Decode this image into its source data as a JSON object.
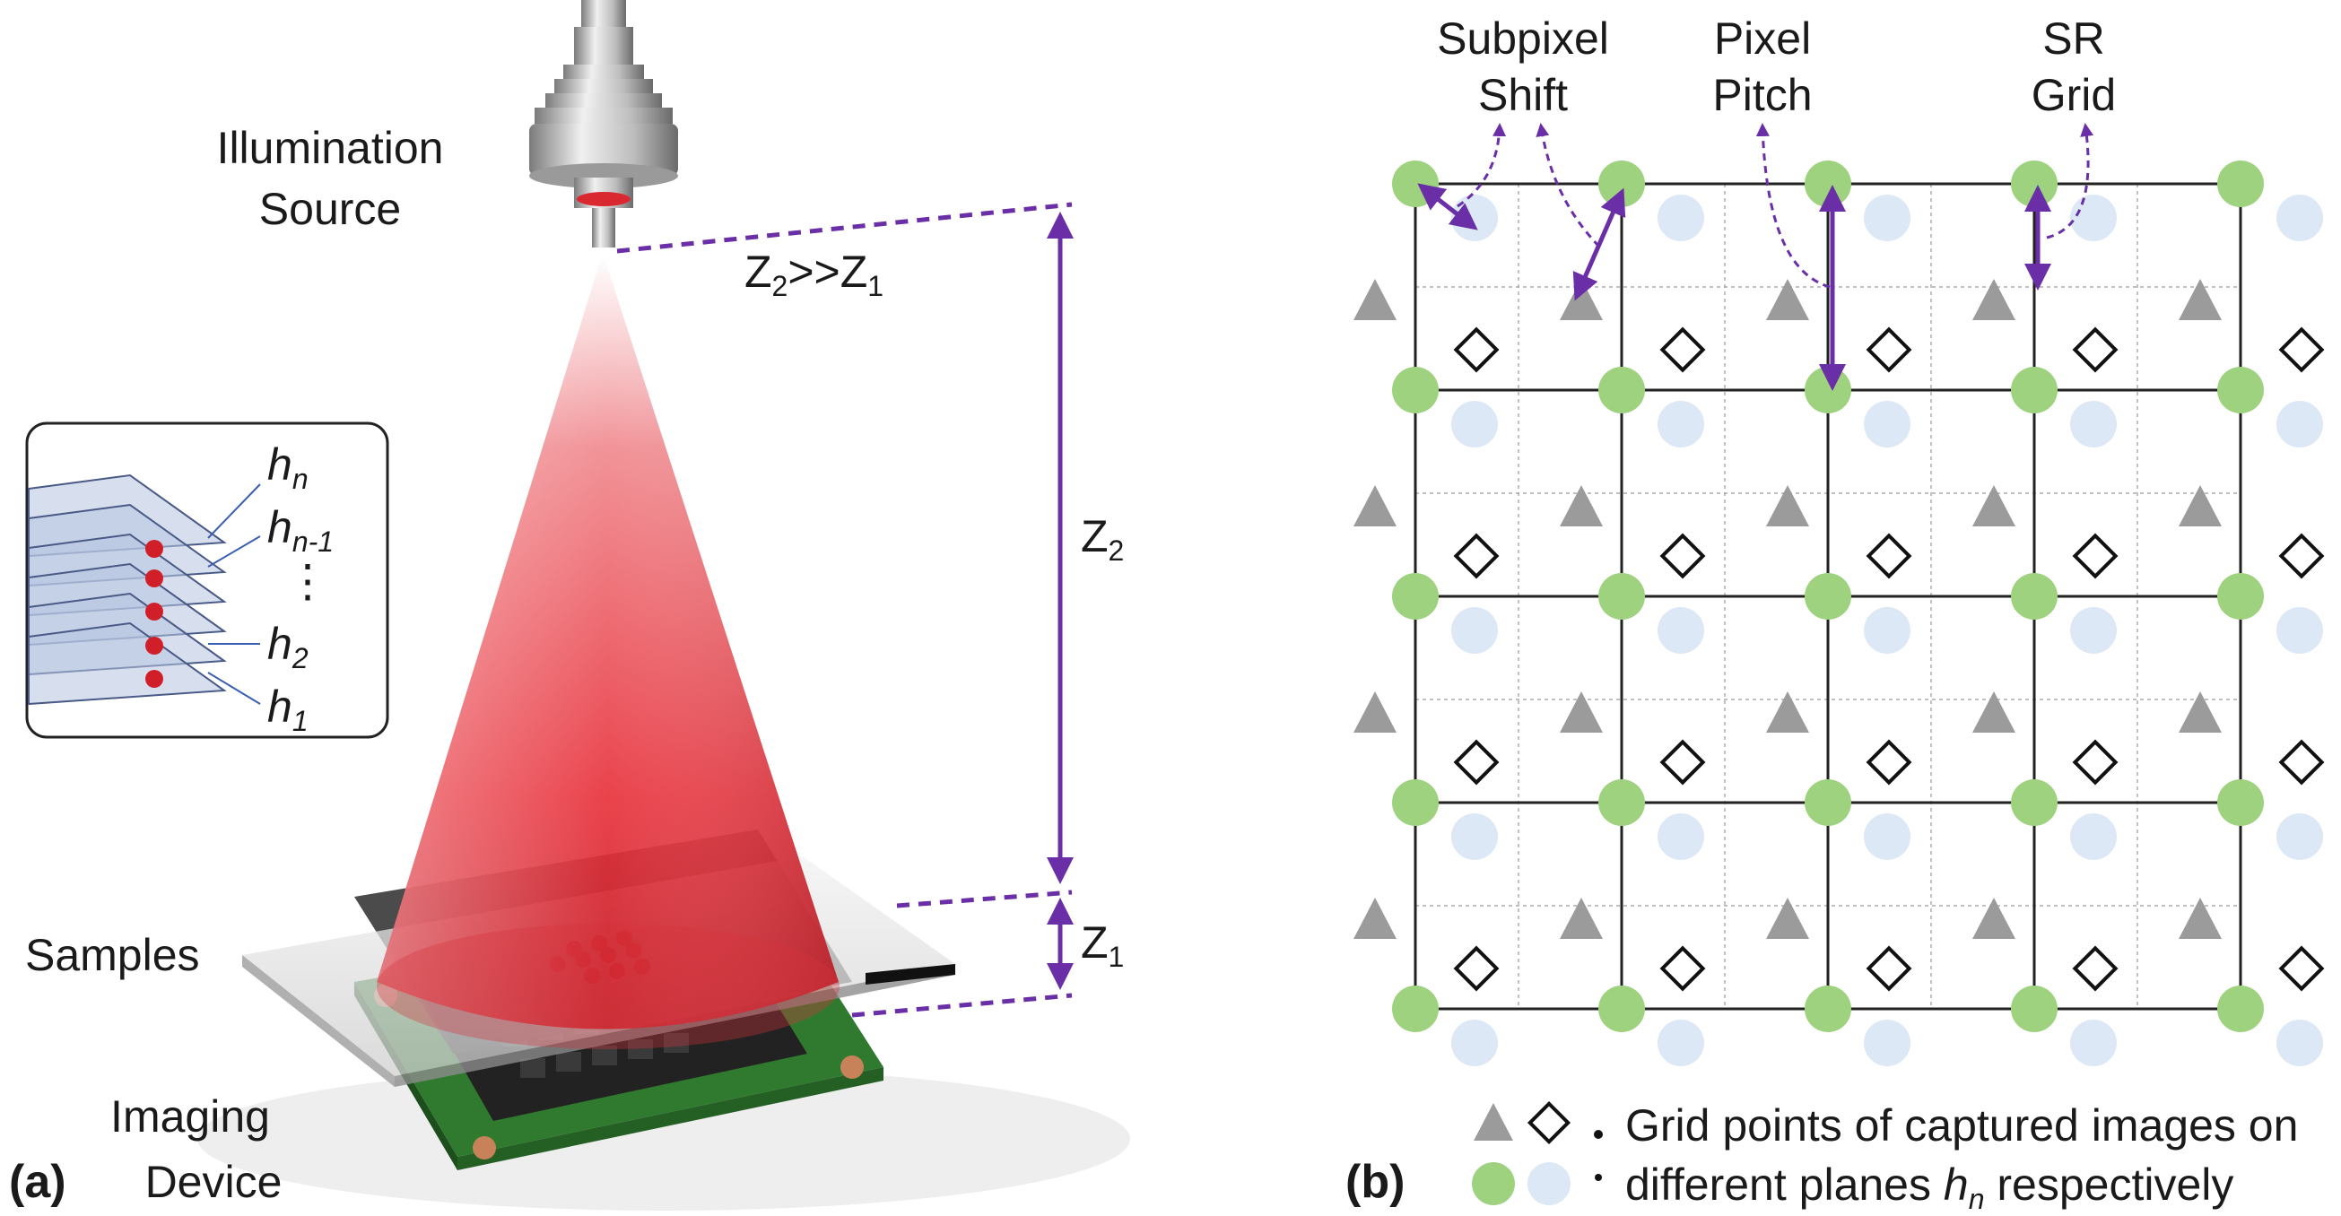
{
  "panel_a": {
    "tag": "(a)",
    "illumination": [
      "Illumination",
      "Source"
    ],
    "samples": "Samples",
    "imaging": [
      "Imaging",
      "Device"
    ],
    "z_relation": [
      "Z",
      "2",
      ">>Z",
      "1"
    ],
    "z2": [
      "Z",
      "2"
    ],
    "z1": [
      "Z",
      "1"
    ],
    "inset_labels": [
      [
        "h",
        "n"
      ],
      [
        "h",
        "n-1"
      ],
      "⋮",
      [
        "h",
        "2"
      ],
      [
        "h",
        "1"
      ]
    ]
  },
  "panel_b": {
    "tag": "(b)",
    "callouts": {
      "subpixel_shift": [
        "Subpixel",
        "Shift"
      ],
      "pixel_pitch": [
        "Pixel",
        "Pitch"
      ],
      "sr_grid": [
        "SR",
        "Grid"
      ]
    },
    "legend": {
      "line1": "Grid points of captured images on",
      "line2_before": "different planes ",
      "line2_var": "h",
      "line2_sub": "n",
      "line2_after": " respectively"
    }
  },
  "colors": {
    "accent": "#6a2fa6",
    "green_dot": "#9fd27f",
    "blue_dot": "#dce8f6",
    "triangle": "#9b9b9b",
    "beam": "#e8303a",
    "pcb": "#2f7a2f"
  }
}
